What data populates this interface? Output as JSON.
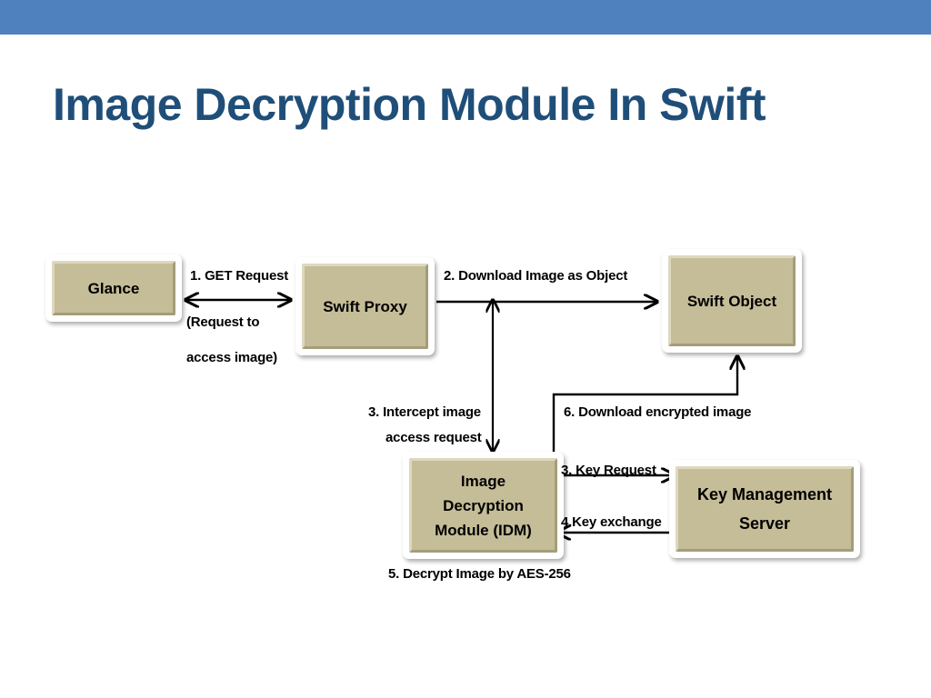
{
  "slide": {
    "title": "Image Decryption Module In Swift",
    "band_color": "#4e81bd",
    "title_color": "#1f4e79",
    "background_color": "#ffffff"
  },
  "theme": {
    "node_fill": "#c5bd98",
    "node_bevel_light": "#ddd8bf",
    "node_bevel_dark": "#a49d79",
    "node_frame": "#ffffff",
    "connector_color": "#000000",
    "label_color": "#000000"
  },
  "diagram": {
    "type": "flow-diagram",
    "nodes": [
      {
        "id": "glance",
        "label": "Glance",
        "lines": [
          "Glance"
        ]
      },
      {
        "id": "swift-proxy",
        "label": "Swift Proxy",
        "lines": [
          "Swift Proxy"
        ]
      },
      {
        "id": "swift-object",
        "label": "Swift Object",
        "lines": [
          "Swift Object"
        ]
      },
      {
        "id": "idm",
        "label": "Image Decryption Module (IDM)",
        "lines": [
          "Image",
          "Decryption",
          "Module (IDM)"
        ]
      },
      {
        "id": "kms",
        "label": "Key Management Server",
        "lines": [
          "Key Management",
          "Server"
        ]
      }
    ],
    "edges": [
      {
        "id": "e1",
        "from": "glance",
        "to": "swift-proxy",
        "label_lines": [
          "1. GET Request",
          "(Request  to",
          "access image)"
        ],
        "arrow": "double"
      },
      {
        "id": "e2",
        "from": "swift-proxy",
        "to": "swift-object",
        "label_lines": [
          "2. Download Image as Object"
        ],
        "arrow": "single"
      },
      {
        "id": "e3",
        "from": "swift-proxy",
        "to": "idm",
        "label_lines": [
          "3. Intercept image",
          "access request"
        ],
        "arrow": "double"
      },
      {
        "id": "e4",
        "from": "idm",
        "to": "kms",
        "label_lines": [
          "3. Key Request"
        ],
        "arrow": "single"
      },
      {
        "id": "e5",
        "from": "kms",
        "to": "idm",
        "label_lines": [
          "4.Key exchange"
        ],
        "arrow": "single"
      },
      {
        "id": "e6",
        "from": "idm",
        "to": "swift-object",
        "label_lines": [
          "6. Download encrypted image"
        ],
        "arrow": "single"
      }
    ],
    "notes": [
      {
        "id": "n1",
        "text": "5. Decrypt Image by AES-256"
      }
    ],
    "labels": {
      "get_request": "1. GET Request",
      "request_to": "(Request  to",
      "access_image": "access image)",
      "download_image_as_object": "2. Download Image as Object",
      "intercept_image": "3. Intercept image",
      "access_request": "access request",
      "key_request": "3. Key Request",
      "key_exchange": "4.Key exchange",
      "download_encrypted_image": "6. Download encrypted image",
      "decrypt_image": "5. Decrypt Image by AES-256"
    }
  }
}
